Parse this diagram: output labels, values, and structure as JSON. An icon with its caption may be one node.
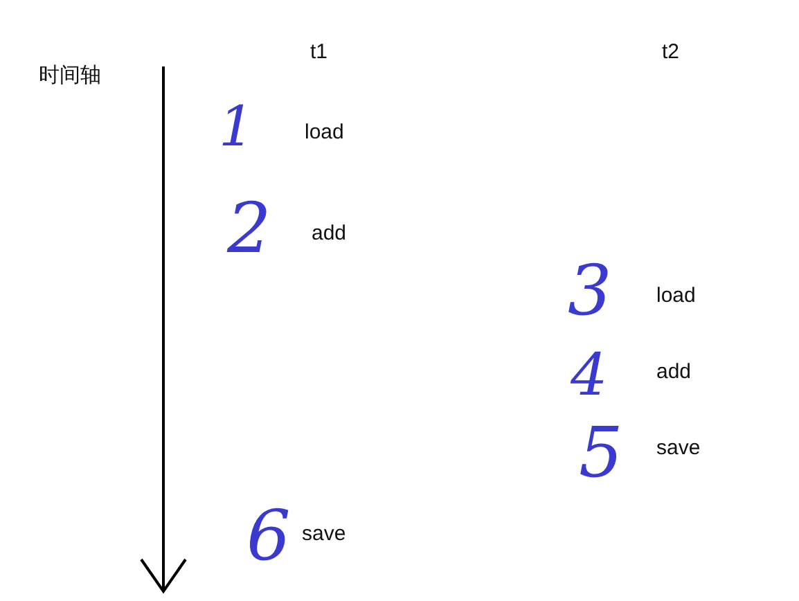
{
  "diagram": {
    "labels": [
      "时间轴",
      "t1",
      "t2",
      "1",
      "load",
      "2",
      "add",
      "3",
      "load",
      "4",
      "add",
      "5",
      "save",
      "6",
      "save"
    ]
  }
}
